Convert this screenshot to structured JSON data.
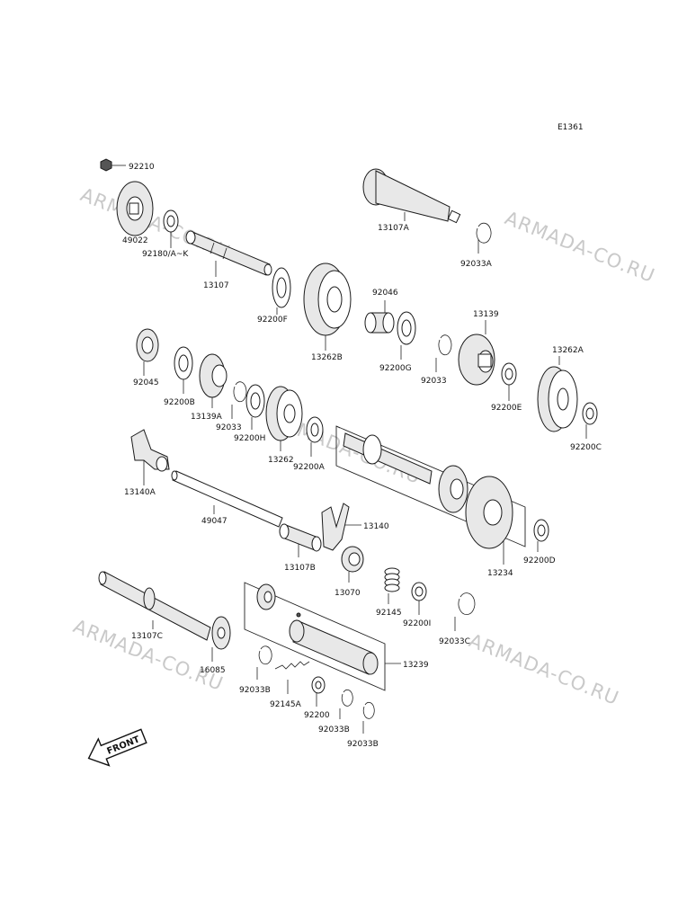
{
  "diagram_code": "E1361",
  "watermark": "ARMADA-CO.RU",
  "front_label": "FRONT",
  "parts": {
    "p92210": "92210",
    "p49022": "49022",
    "p92180": "92180/A~K",
    "p13107": "13107",
    "p92200F": "92200F",
    "p13262B": "13262B",
    "p13107A": "13107A",
    "p92033A": "92033A",
    "p92046": "92046",
    "p92200G": "92200G",
    "p92033": "92033",
    "p13139": "13139",
    "p92200E": "92200E",
    "p13262A": "13262A",
    "p92200C": "92200C",
    "p92045": "92045",
    "p92200B": "92200B",
    "p13139A": "13139A",
    "p92033b": "92033",
    "p92200H": "92200H",
    "p13262": "13262",
    "p92200A": "92200A",
    "p13140A": "13140A",
    "p49047": "49047",
    "p13140": "13140",
    "p13107B": "13107B",
    "p13234": "13234",
    "p92200D": "92200D",
    "p13070": "13070",
    "p92145": "92145",
    "p92200I": "92200I",
    "p92033C": "92033C",
    "p13107C": "13107C",
    "p16085": "16085",
    "p13239": "13239",
    "p92033B1": "92033B",
    "p92145A": "92145A",
    "p92200": "92200",
    "p92033B2": "92033B",
    "p92033B3": "92033B"
  }
}
